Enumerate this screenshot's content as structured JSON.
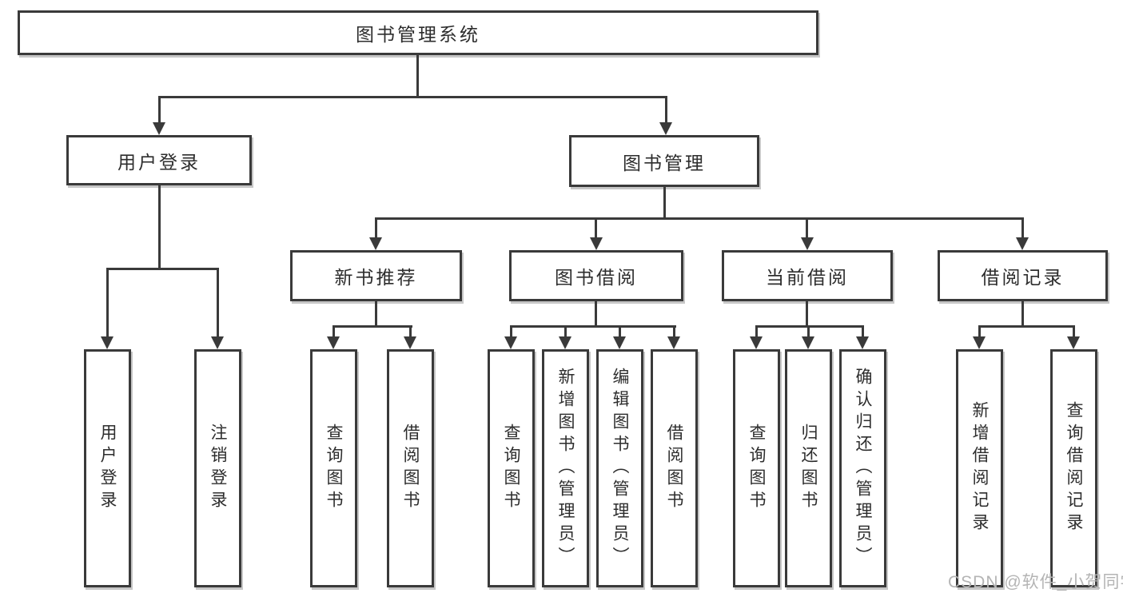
{
  "diagram": {
    "root": {
      "label": "图书管理系统"
    },
    "branches": [
      {
        "label": "用户登录",
        "children": [
          {
            "label": "用户登录"
          },
          {
            "label": "注销登录"
          }
        ]
      },
      {
        "label": "图书管理",
        "children": [
          {
            "label": "新书推荐",
            "children": [
              {
                "label": "查询图书"
              },
              {
                "label": "借阅图书"
              }
            ]
          },
          {
            "label": "图书借阅",
            "children": [
              {
                "label": "查询图书"
              },
              {
                "label": "新增图书（管理员）"
              },
              {
                "label": "编辑图书（管理员）"
              },
              {
                "label": "借阅图书"
              }
            ]
          },
          {
            "label": "当前借阅",
            "children": [
              {
                "label": "查询图书"
              },
              {
                "label": "归还图书"
              },
              {
                "label": "确认归还（管理员）"
              }
            ]
          },
          {
            "label": "借阅记录",
            "children": [
              {
                "label": "新增借阅记录"
              },
              {
                "label": "查询借阅记录"
              }
            ]
          }
        ]
      }
    ]
  },
  "watermark": {
    "text": "CSDN @软件_小贺同学"
  },
  "colors": {
    "line": "#3a3a3a",
    "text": "#2d2d2d",
    "watermark": "#b4b4b4",
    "background": "#ffffff"
  }
}
